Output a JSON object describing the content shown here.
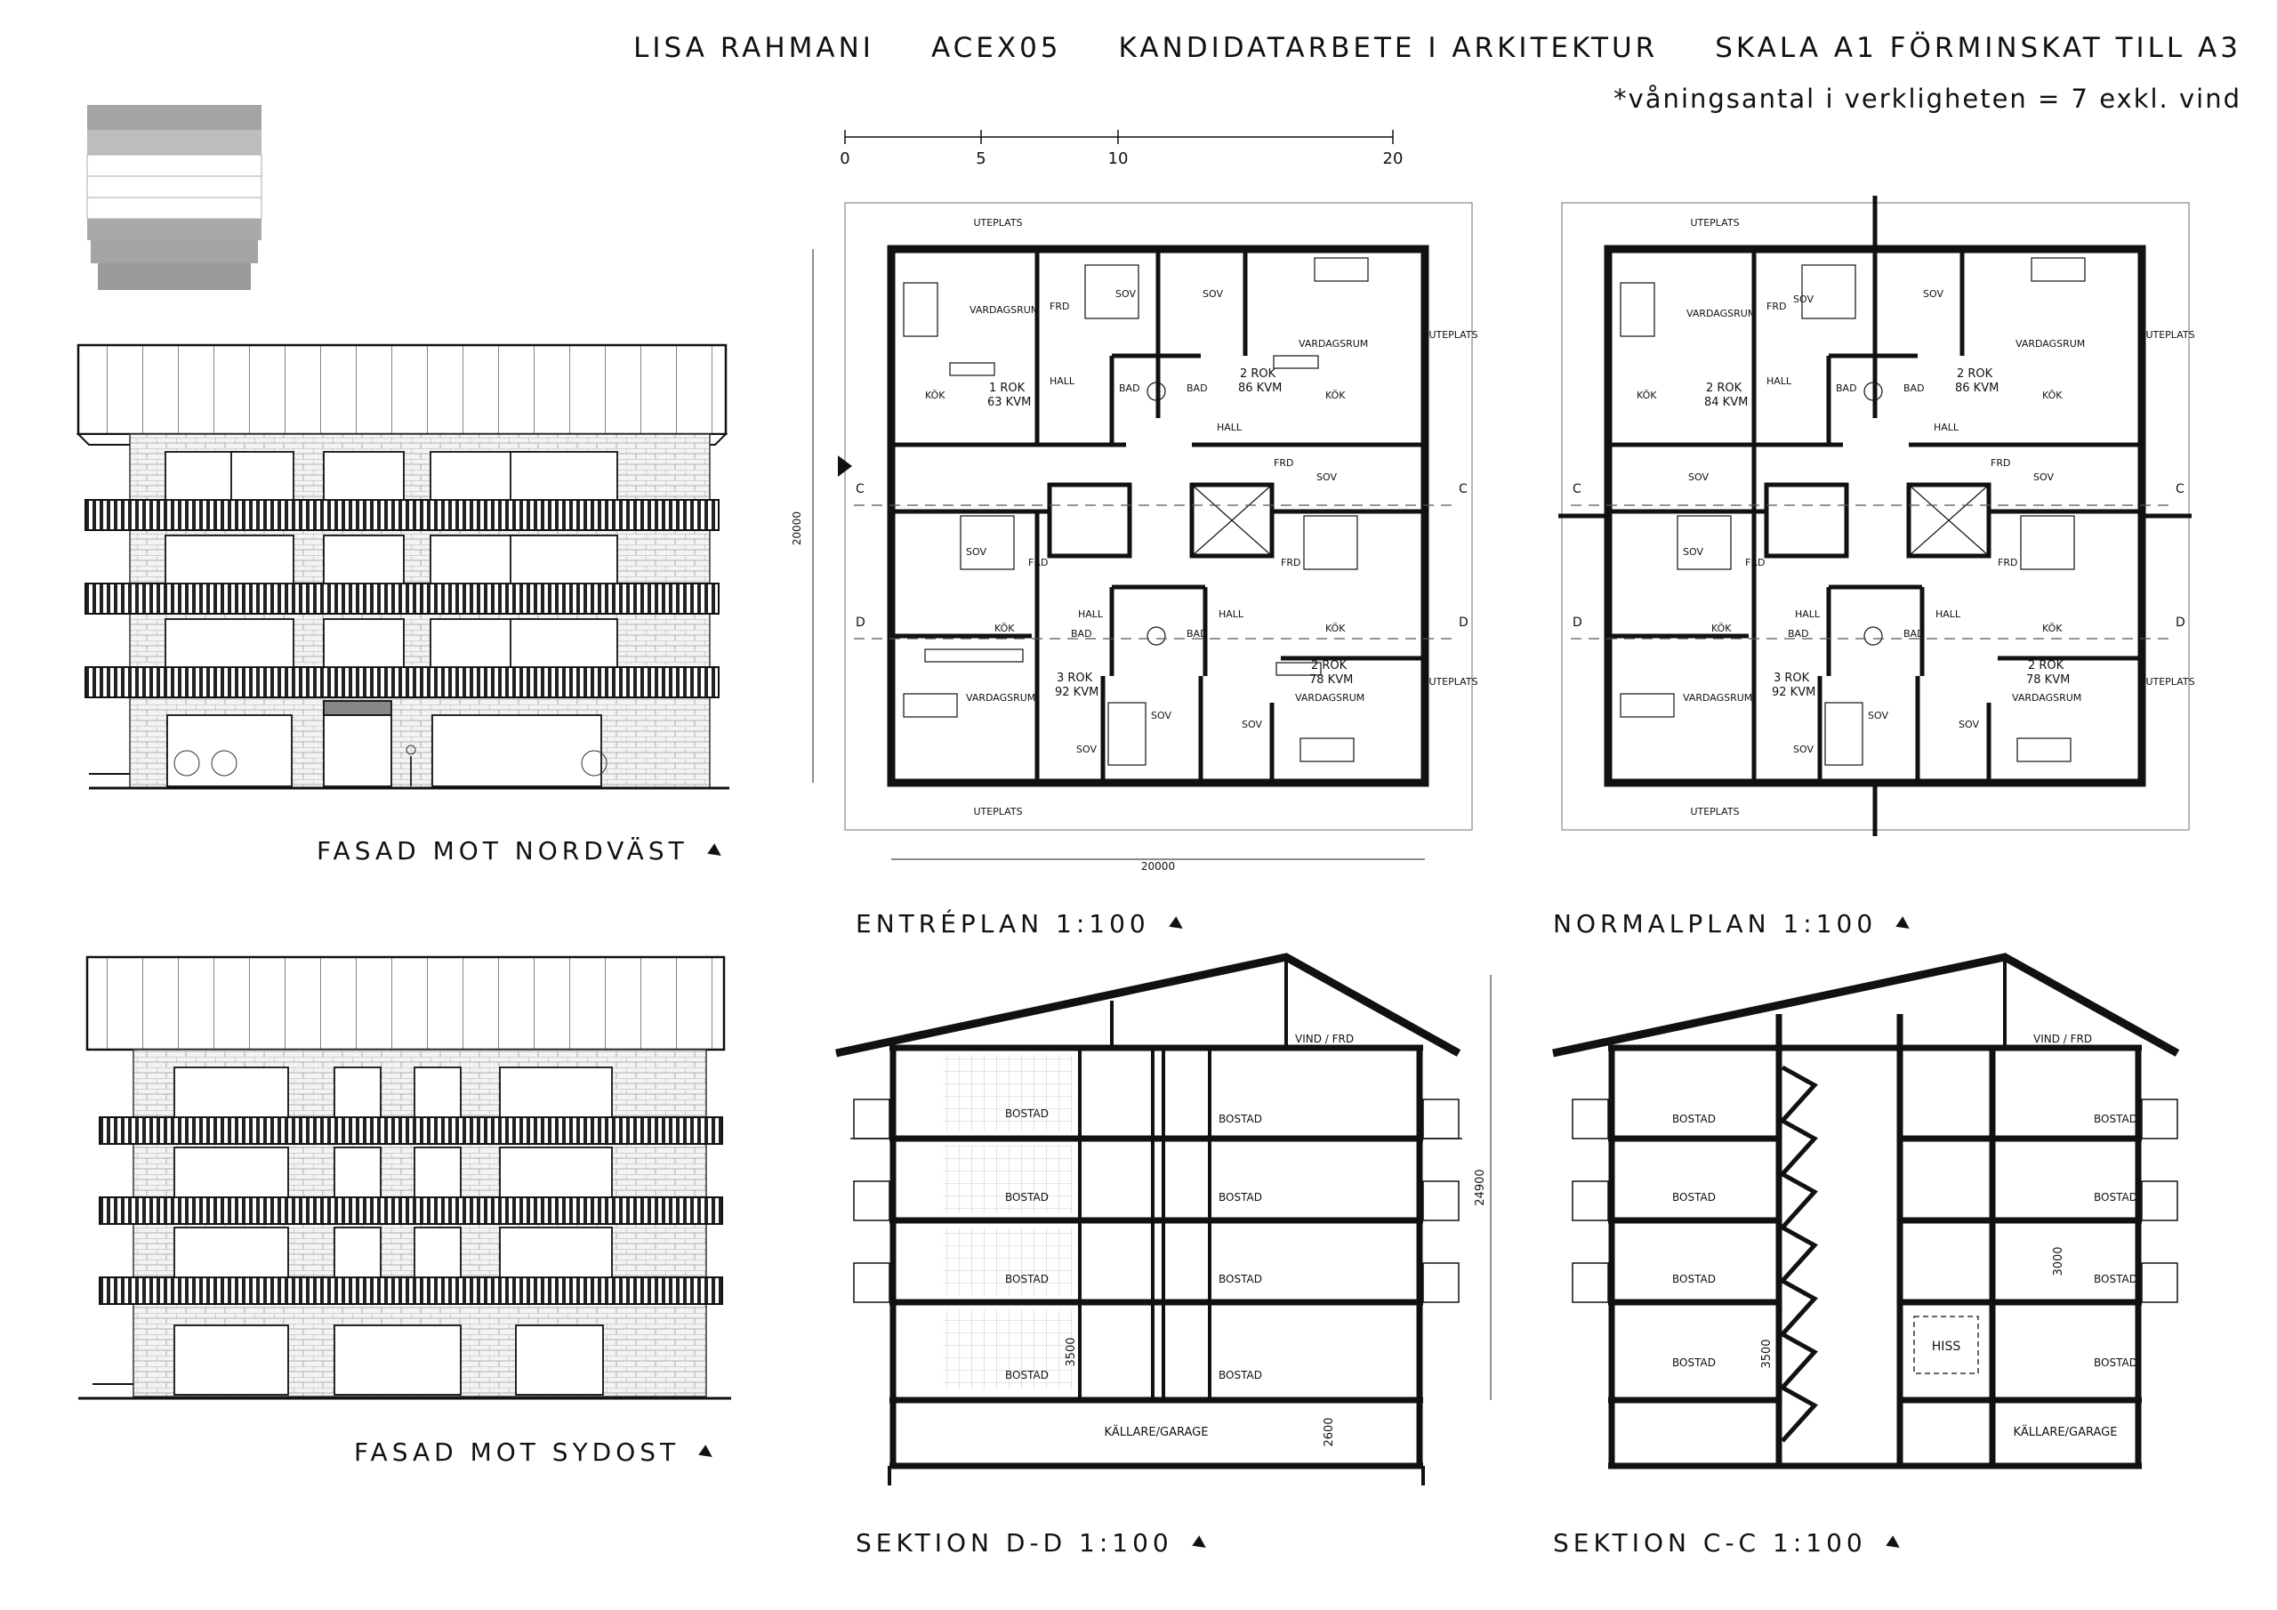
{
  "header": {
    "author": "LISA RAHMANI",
    "course": "ACEX05",
    "project": "KANDIDATARBETE I ARKITEKTUR",
    "scale": "SKALA A1 FÖRMINSKAT TILL A3",
    "note": "*våningsantal i verkligheten = 7 exkl. vind"
  },
  "scalebar": {
    "ticks": [
      "0",
      "5",
      "10",
      "20"
    ]
  },
  "dims": {
    "width": "20000",
    "height": "20000",
    "total_height": "24900",
    "storey_ground": "3500",
    "storey_normal": "3000",
    "basement": "2600"
  },
  "captions": {
    "facade_nw": "FASAD MOT NORDVÄST",
    "facade_se": "FASAD MOT SYDOST",
    "entry_plan": "ENTRÉPLAN 1:100",
    "normal_plan": "NORMALPLAN 1:100",
    "section_dd": "SEKTION D-D 1:100",
    "section_cc": "SEKTION C-C 1:100"
  },
  "section_marks": {
    "c": "C",
    "d": "D"
  },
  "entry_plan": {
    "uteplats": "UTEPLATS",
    "apt_nw": {
      "type": "1 ROK",
      "area": "63 KVM"
    },
    "apt_ne": {
      "type": "2 ROK",
      "area": "86 KVM"
    },
    "apt_sw": {
      "type": "3 ROK",
      "area": "92 KVM"
    },
    "apt_se": {
      "type": "2 ROK",
      "area": "78 KVM"
    }
  },
  "normal_plan": {
    "uteplats": "UTEPLATS",
    "apt_nw": {
      "type": "2 ROK",
      "area": "84 KVM"
    },
    "apt_ne": {
      "type": "2 ROK",
      "area": "86 KVM"
    },
    "apt_sw": {
      "type": "3 ROK",
      "area": "92 KVM"
    },
    "apt_se": {
      "type": "2 ROK",
      "area": "78 KVM"
    }
  },
  "rooms": {
    "living": "VARDAGSRUM",
    "kitchen": "KÖK",
    "bed": "SOV",
    "bath": "BAD",
    "hall": "HALL",
    "storage": "FRD"
  },
  "section": {
    "housing": "BOSTAD",
    "attic": "VIND / FRD",
    "basement": "KÄLLARE/GARAGE",
    "elevator": "HISS"
  }
}
